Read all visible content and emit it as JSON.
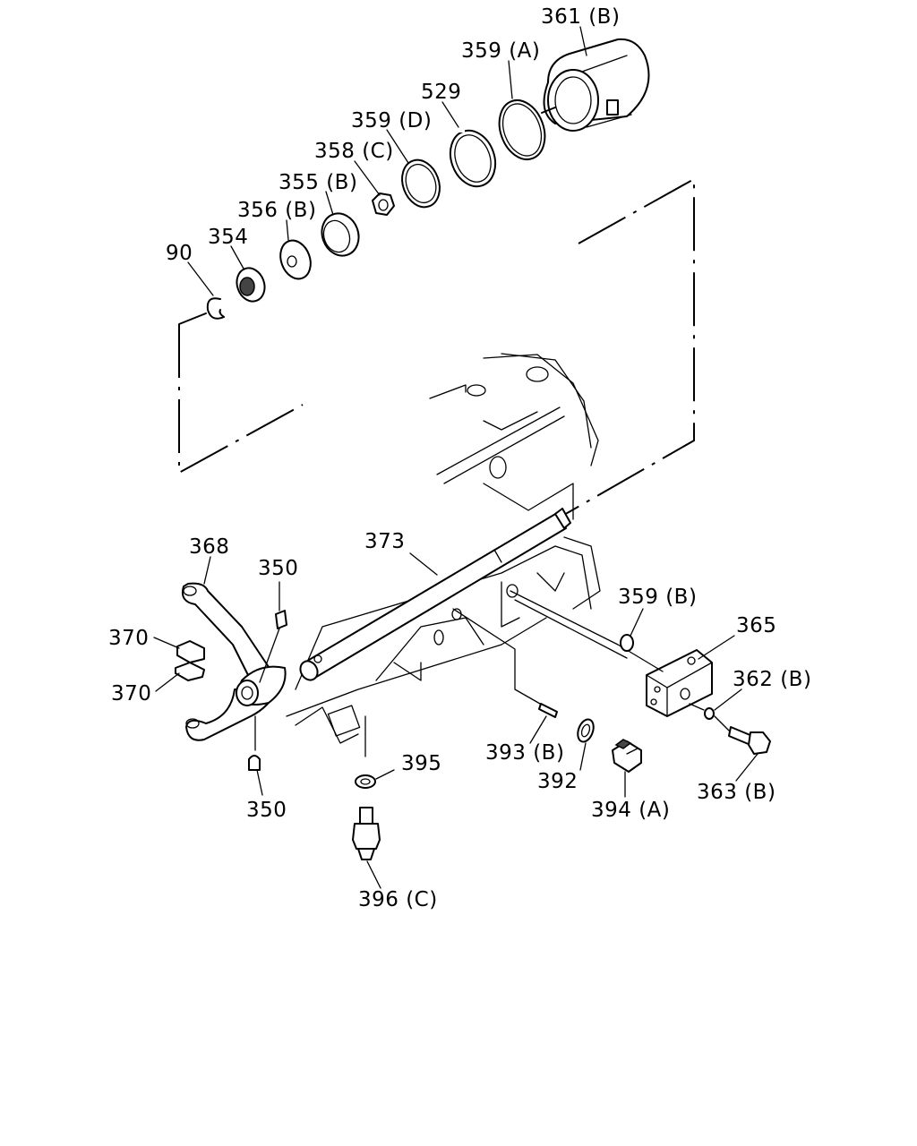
{
  "callouts": {
    "c361b": "361 (B)",
    "c359a": "359 (A)",
    "c529": "529",
    "c359d": "359 (D)",
    "c358c": "358 (C)",
    "c355b": "355 (B)",
    "c356b": "356 (B)",
    "c354": "354",
    "c90": "90",
    "c368": "368",
    "c350a": "350",
    "c373": "373",
    "c370a": "370",
    "c370b": "370",
    "c359b": "359 (B)",
    "c365": "365",
    "c362b": "362 (B)",
    "c395": "395",
    "c393b": "393 (B)",
    "c392": "392",
    "c394a": "394 (A)",
    "c363b": "363 (B)",
    "c350b": "350",
    "c396c": "396 (C)"
  }
}
